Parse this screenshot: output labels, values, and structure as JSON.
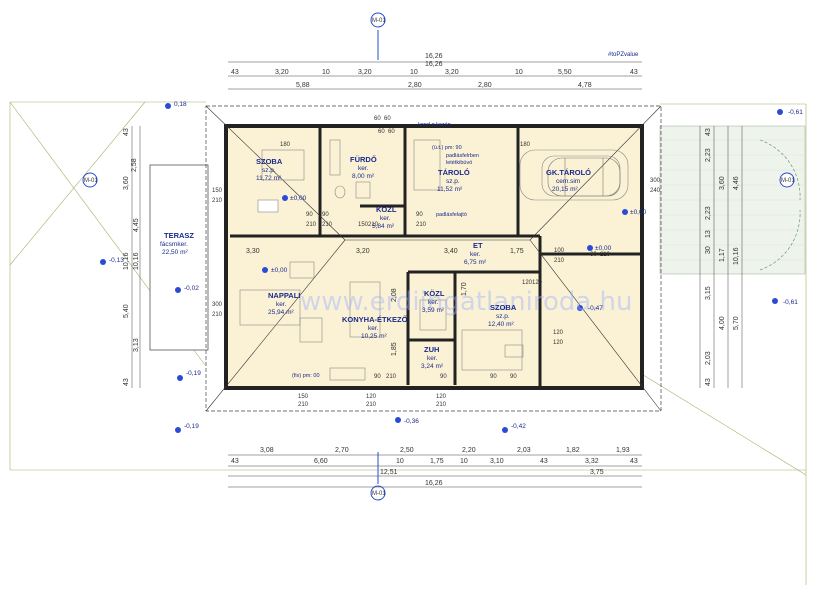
{
  "diagram": {
    "top_tag": "#toPZvalue",
    "watermark": "www.erdiingatlaniroda.hu",
    "section_marks": [
      "M-01",
      "M-01",
      "M-01",
      "M-01"
    ],
    "top_dims": {
      "row1": [
        "16,26",
        "16,26"
      ],
      "row2": [
        "43",
        "3,20",
        "10",
        "3,20",
        "10",
        "3,20",
        "10",
        "5,50",
        "43"
      ],
      "row3": [
        "5,88",
        "2,80",
        "2,80",
        "4,78"
      ]
    },
    "bottom_dims": {
      "row1": [
        "3,08",
        "2,70",
        "2,50",
        "2,20",
        "2,03",
        "1,82",
        "1,93"
      ],
      "row2": [
        "43",
        "6,60",
        "10",
        "1,75",
        "10",
        "3,10",
        "43",
        "3,32",
        "43"
      ],
      "row3": [
        "12,51",
        "3,75"
      ],
      "row4": [
        "16,26"
      ]
    },
    "left_dims": [
      "43",
      "2,58",
      "3,60",
      "4,45",
      "10,16",
      "10,16",
      "5,40",
      "3,13",
      "43"
    ],
    "right_dims": [
      "43",
      "2,23",
      "3,60",
      "4,46",
      "2,23",
      "13",
      "30",
      "1,17",
      "10,16",
      "3,15",
      "4,00",
      "5,70",
      "2,03",
      "43"
    ],
    "levels": [
      "0,18",
      "-0,13",
      "-0,02",
      "-0,19",
      "-0,19",
      "-0,36",
      "-0,42",
      "-0,47",
      "-0,61",
      "-0,61",
      "±0,00",
      "±0,00",
      "±0,00",
      "±0,00"
    ],
    "rooms": [
      {
        "name": "SZOBA",
        "lines": [
          "sz.p.",
          "11,72 m²"
        ]
      },
      {
        "name": "FÜRDŐ",
        "lines": [
          "ker.",
          "8,00 m²"
        ]
      },
      {
        "name": "TÁROLÓ",
        "lines": [
          "sz.p.",
          "11,52 m²"
        ]
      },
      {
        "name": "GK.TÁROLÓ",
        "lines": [
          "cem.sim",
          "20,15 m²"
        ]
      },
      {
        "name": "KÖZL",
        "lines": [
          "ker.",
          "5,84 m²"
        ]
      },
      {
        "name": "ET",
        "lines": [
          "ker.",
          "6,75 m²"
        ]
      },
      {
        "name": "TERASZ",
        "lines": [
          "fácsmker.",
          "22,50 m²"
        ]
      },
      {
        "name": "NAPPALI",
        "lines": [
          "ker.",
          "25,94 m²"
        ]
      },
      {
        "name": "KONYHA-ÉTKEZŐ",
        "lines": [
          "ker.",
          "10,25 m²"
        ]
      },
      {
        "name": "KÖZL",
        "lines": [
          "ker.",
          "3,59 m²"
        ]
      },
      {
        "name": "SZOBA",
        "lines": [
          "sz.p.",
          "12,40 m²"
        ]
      },
      {
        "name": "ZUH",
        "lines": [
          "ker.",
          "3,24 m²"
        ]
      }
    ],
    "notes": [
      "kond.g.kazán",
      "(ü.t.) pm: 90",
      "padlásfelrben",
      "letétkibúvó",
      "padlásfelajtó",
      "(fix) pm: 00"
    ],
    "openings": [
      "60",
      "60",
      "180",
      "60",
      "60",
      "180",
      "150",
      "210",
      "90",
      "210",
      "90",
      "210",
      "150",
      "210",
      "90",
      "210",
      "300",
      "240",
      "100",
      "210",
      "60",
      "210",
      "300",
      "210",
      "90",
      "210",
      "120",
      "120",
      "120",
      "120",
      "150",
      "210",
      "120",
      "210",
      "120",
      "210",
      "90",
      "90",
      "90"
    ],
    "interior_dims": [
      "3,30",
      "3,20",
      "3,40",
      "1,75",
      "2,08",
      "1,85",
      "1,70"
    ]
  }
}
